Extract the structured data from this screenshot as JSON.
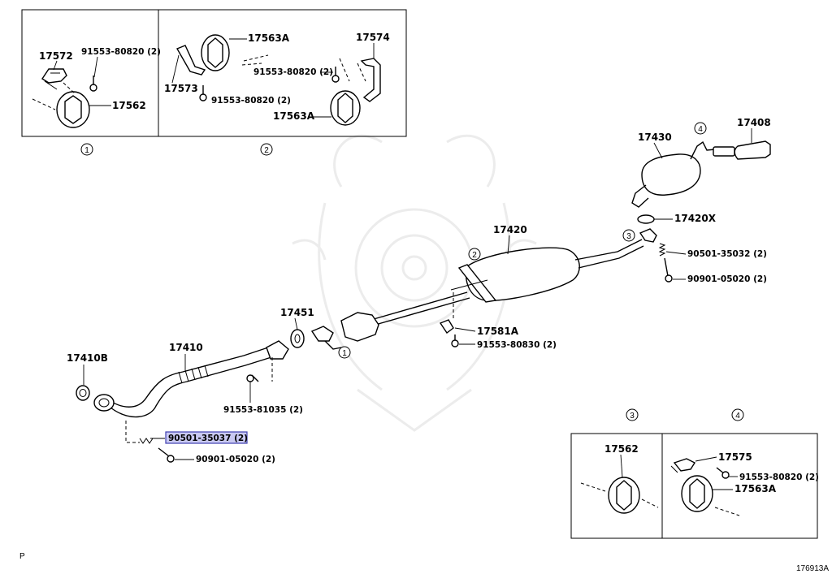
{
  "callouts": {
    "c_17572": "17572",
    "c_91553_80820_a": "91553-80820 (2)",
    "c_17562_a": "17562",
    "c_17563A_a": "17563A",
    "c_17573": "17573",
    "c_91553_80820_b": "91553-80820 (2)",
    "c_17574": "17574",
    "c_91553_80820_c": "91553-80820 (2)",
    "c_17563A_b": "17563A",
    "c_17430": "17430",
    "c_17408": "17408",
    "c_17420X": "17420X",
    "c_17420": "17420",
    "c_90501_35032": "90501-35032 (2)",
    "c_90901_05020_a": "90901-05020 (2)",
    "c_17451": "17451",
    "c_17581A": "17581A",
    "c_91553_80830": "91553-80830 (2)",
    "c_17410": "17410",
    "c_17410B": "17410B",
    "c_91553_81035": "91553-81035 (2)",
    "c_90501_35037": "90501-35037 (2)",
    "c_90901_05020_b": "90901-05020 (2)",
    "c_17562_b": "17562",
    "c_17575": "17575",
    "c_91553_80820_d": "91553-80820 (2)",
    "c_17563A_c": "17563A"
  },
  "refs": {
    "r1_box": "1",
    "r2_box": "2",
    "r3_box": "3",
    "r4_box": "4",
    "r1_diag": "1",
    "r2_diag": "2",
    "r3_diag": "3",
    "r4_diag": "4"
  },
  "footer": {
    "page_marker": "P",
    "figure_id": "176913A"
  },
  "highlight": {
    "selected_part": "90501-35037 (2)",
    "color": "#c9c9f2"
  }
}
